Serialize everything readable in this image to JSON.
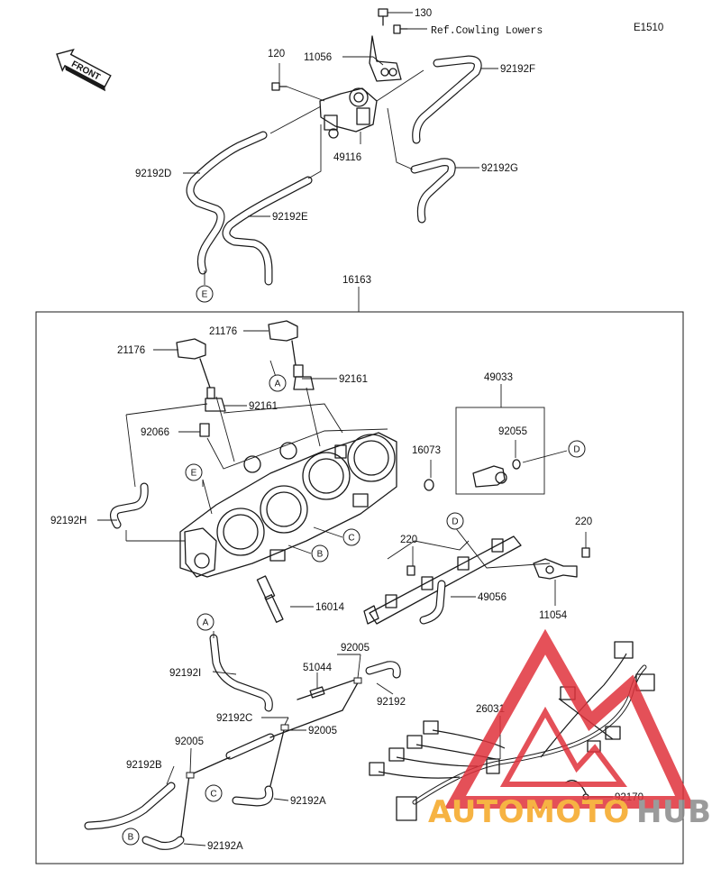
{
  "diagram_code": "E1510",
  "front_label": "FRONT",
  "assembly_label": "16163",
  "ref_note": "Ref.Cowling Lowers",
  "parts": {
    "p130": "130",
    "p120": "120",
    "p11056": "11056",
    "p49116": "49116",
    "p92192F": "92192F",
    "p92192G": "92192G",
    "p92192D": "92192D",
    "p92192E": "92192E",
    "p21176a": "21176",
    "p21176b": "21176",
    "p92161a": "92161",
    "p92161b": "92161",
    "p92066": "92066",
    "p92192H": "92192H",
    "p49033": "49033",
    "p92055": "92055",
    "p16073": "16073",
    "p220a": "220",
    "p220b": "220",
    "p49056": "49056",
    "p11054": "11054",
    "p16014": "16014",
    "p92192I": "92192I",
    "p51044": "51044",
    "p92005a": "92005",
    "p92005b": "92005",
    "p92005c": "92005",
    "p92192": "92192",
    "p92192C": "92192C",
    "p92192B": "92192B",
    "p92192Aa": "92192A",
    "p92192Ab": "92192A",
    "p26031": "26031",
    "p92170": "92170"
  },
  "callouts": {
    "E_top": "E",
    "A_top": "A",
    "E_mid": "E",
    "B_mid": "B",
    "C_mid": "C",
    "D_right": "D",
    "D_rail": "D",
    "A_low": "A",
    "C_low": "C",
    "B_low": "B"
  },
  "watermark": {
    "part1": "AUTOMOTO",
    "part2": "HUB",
    "color1": "#f5a623",
    "color2": "#8a8a8a",
    "triangle_color": "#e0323c"
  }
}
